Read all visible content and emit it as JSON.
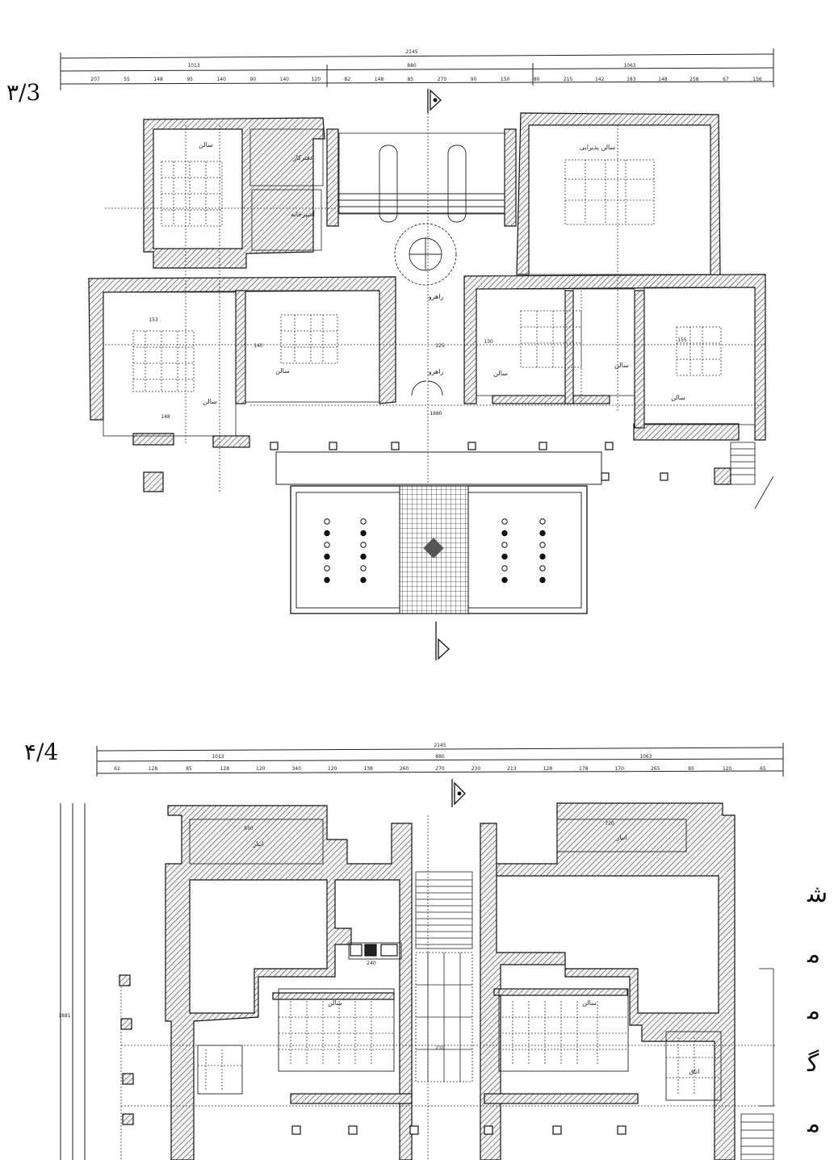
{
  "sheets": [
    {
      "label": "۳/3",
      "dims_total": "2145",
      "dims_row2": [
        "1013",
        "880",
        "1063"
      ],
      "dims_row3": [
        "207",
        "55",
        "148",
        "95",
        "140",
        "90",
        "140",
        "120",
        "82",
        "148",
        "85",
        "270",
        "90",
        "150",
        "80",
        "215",
        "142",
        "183",
        "148",
        "258",
        "67",
        "156"
      ],
      "room_labels": [
        "سالن",
        "دفترکار",
        "سالن",
        "آشپزخانه",
        "سالن",
        "سالن پذیرایی",
        "سالن",
        "سالن",
        "سالن",
        "راهرو",
        "راهرو"
      ],
      "marks": [
        "153",
        "148",
        "140",
        "125",
        "130",
        "155",
        "1880"
      ]
    },
    {
      "label": "۴/4",
      "dims_total": "2145",
      "dims_row2": [
        "1013",
        "880",
        "1063"
      ],
      "dims_row3": [
        "62",
        "128",
        "85",
        "128",
        "120",
        "340",
        "120",
        "138",
        "260",
        "270",
        "230",
        "213",
        "128",
        "178",
        "170",
        "265",
        "85",
        "120",
        "65"
      ],
      "room_labels": [
        "انبار",
        "انبار",
        "سالن",
        "سالن",
        "اتاق"
      ],
      "marks": [
        "850",
        "720",
        "240",
        "210",
        "1881"
      ]
    }
  ],
  "margin_chars": [
    "ﺷ",
    "ﻣ",
    "ﻣ",
    "ﮔ",
    "ﻣ"
  ]
}
